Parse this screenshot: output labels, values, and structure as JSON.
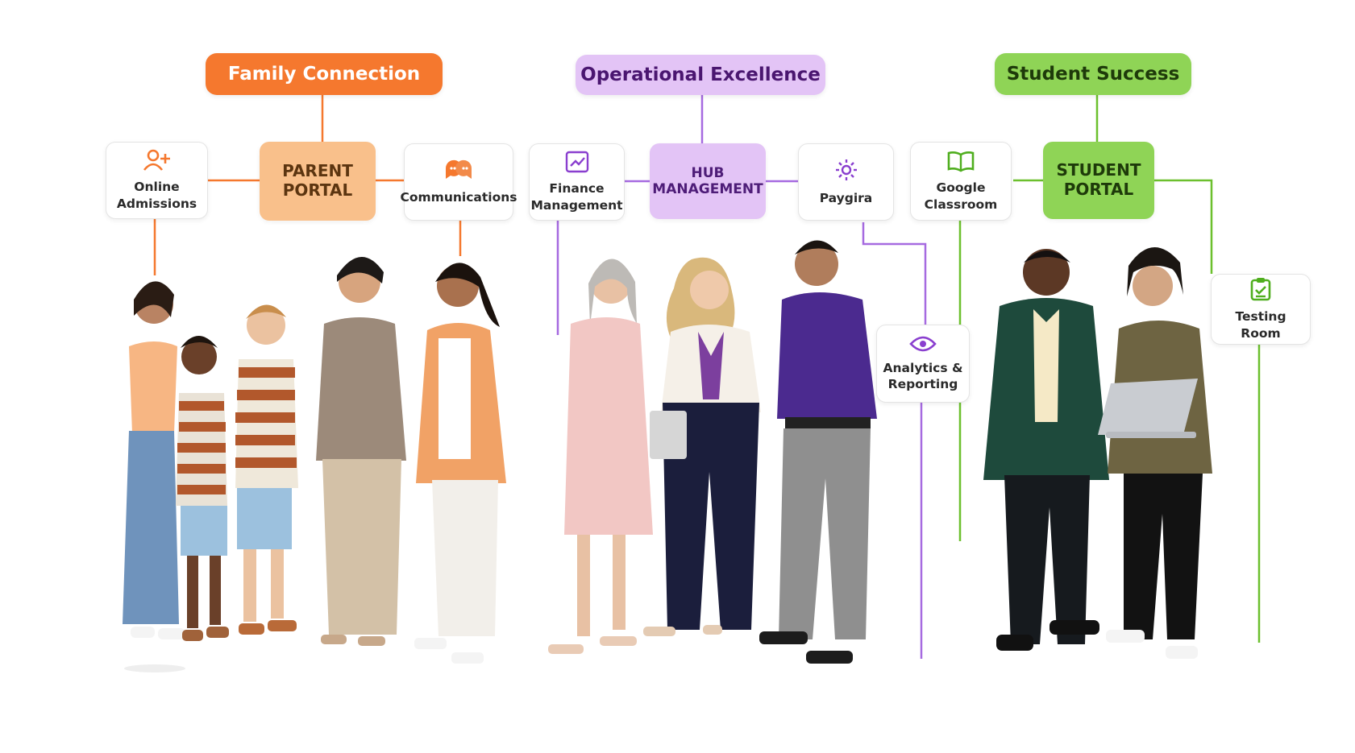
{
  "pillars": [
    {
      "label": "Family Connection",
      "color": "#F5782E"
    },
    {
      "label": "Operational Excellence",
      "color": "#E3C4F6"
    },
    {
      "label": "Student Success",
      "color": "#8FD456"
    }
  ],
  "hubs": [
    {
      "label": "PARENT\nPORTAL"
    },
    {
      "label": "HUB\nMANAGEMENT"
    },
    {
      "label": "STUDENT\nPORTAL"
    }
  ],
  "modules": {
    "online_admissions": {
      "label": "Online\nAdmissions",
      "icon": "user-plus-icon"
    },
    "communications": {
      "label": "Communications",
      "icon": "chat-bubbles-icon"
    },
    "finance_management": {
      "label": "Finance\nManagement",
      "icon": "chart-trend-icon"
    },
    "paygira": {
      "label": "Paygira",
      "icon": "sun-icon"
    },
    "analytics_reporting": {
      "label": "Analytics &\nReporting",
      "icon": "eye-icon"
    },
    "google_classroom": {
      "label": "Google\nClassroom",
      "icon": "book-icon"
    },
    "testing_room": {
      "label": "Testing Room",
      "icon": "checklist-icon"
    }
  },
  "colors": {
    "family": "#F5782E",
    "operational": "#A66AE0",
    "student": "#6CC02E"
  }
}
